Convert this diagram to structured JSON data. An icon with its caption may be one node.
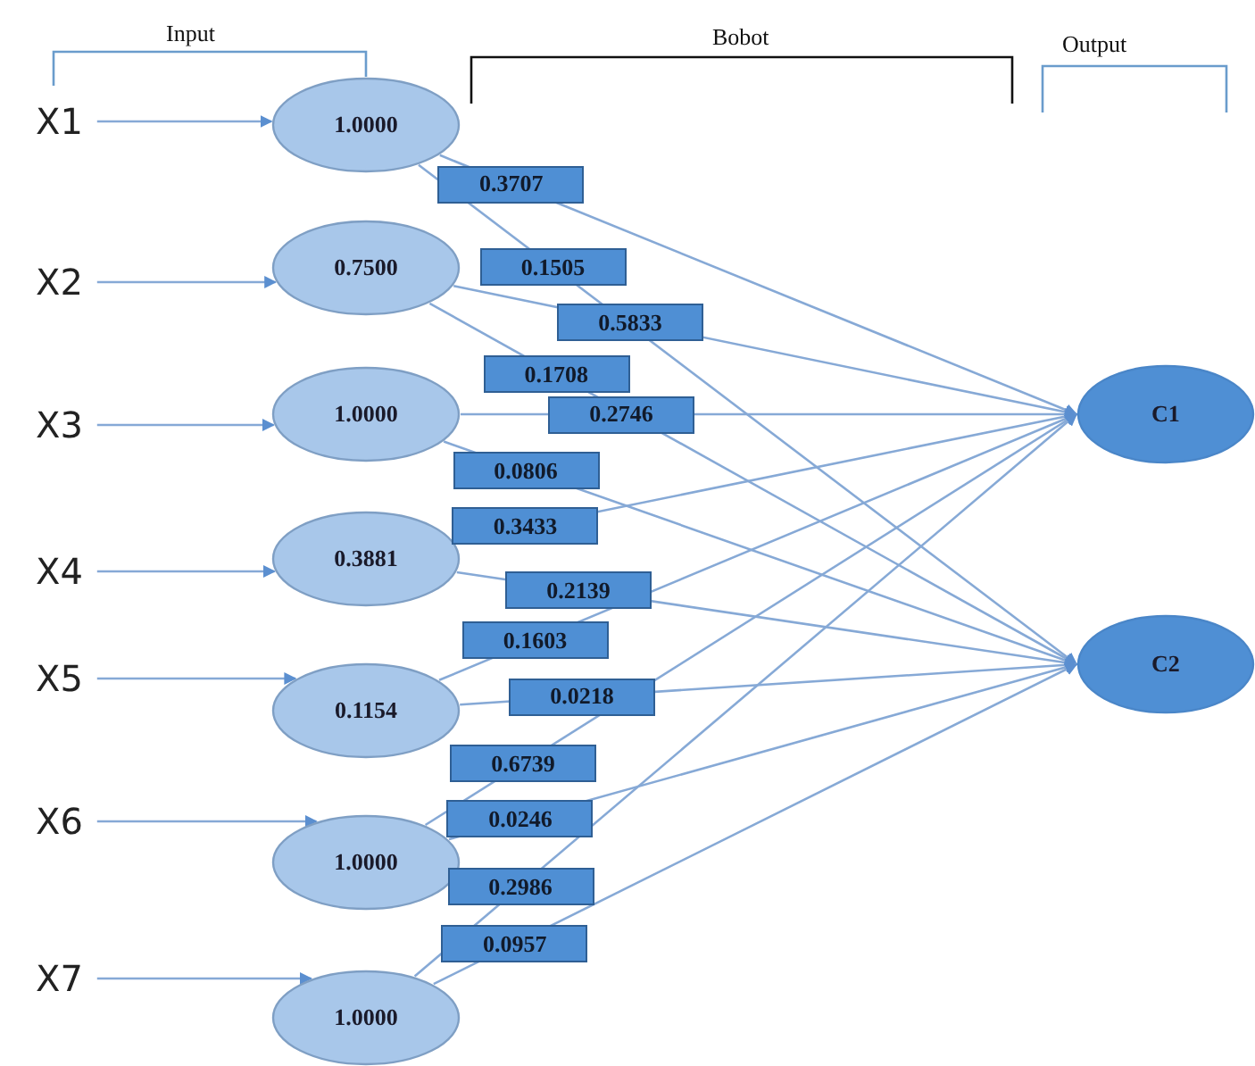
{
  "diagram": {
    "nodes": [
      {
        "text": [
          "X1"
        ]
      },
      {
        "text": [
          "X2"
        ]
      },
      {
        "text": [
          "X3"
        ]
      },
      {
        "text": [
          "X4"
        ]
      },
      {
        "text": [
          "X5"
        ]
      },
      {
        "text": [
          "X6"
        ]
      },
      {
        "text": [
          "X7"
        ]
      },
      {
        "text": [
          "1.0000"
        ]
      },
      {
        "text": [
          "0.7500"
        ]
      },
      {
        "text": [
          "1.0000"
        ]
      },
      {
        "text": [
          "0.3881"
        ]
      },
      {
        "text": [
          "0.1154"
        ]
      },
      {
        "text": [
          "1.0000"
        ]
      },
      {
        "text": [
          "1.0000"
        ]
      },
      {
        "text": [
          "C1"
        ]
      },
      {
        "text": [
          "C2"
        ]
      }
    ],
    "edges": [
      {
        "from": 7,
        "to": 14,
        "arrow": "to",
        "label": "0.3707"
      },
      {
        "from": 7,
        "to": 15,
        "arrow": "to",
        "label": "0.1505"
      },
      {
        "from": 8,
        "to": 14,
        "arrow": "to",
        "label": "0.5833"
      },
      {
        "from": 8,
        "to": 15,
        "arrow": "to",
        "label": "0.1708"
      },
      {
        "from": 9,
        "to": 14,
        "arrow": "to",
        "label": "0.2746"
      },
      {
        "from": 9,
        "to": 15,
        "arrow": "to",
        "label": "0.0806"
      },
      {
        "from": 10,
        "to": 14,
        "arrow": "to",
        "label": "0.3433"
      },
      {
        "from": 10,
        "to": 15,
        "arrow": "to",
        "label": "0.2139"
      },
      {
        "from": 11,
        "to": 14,
        "arrow": "to",
        "label": "0.1603"
      },
      {
        "from": 11,
        "to": 15,
        "arrow": "to",
        "label": "0.0218"
      },
      {
        "from": 12,
        "to": 14,
        "arrow": "to",
        "label": "0.6739"
      },
      {
        "from": 12,
        "to": 15,
        "arrow": "to",
        "label": "0.0246"
      },
      {
        "from": 13,
        "to": 14,
        "arrow": "to",
        "label": "0.2986"
      },
      {
        "from": 13,
        "to": 15,
        "arrow": "to",
        "label": "0.0957"
      },
      {
        "from": 0,
        "to": 7,
        "arrow": "to"
      },
      {
        "from": 1,
        "to": 8,
        "arrow": "to"
      },
      {
        "from": 2,
        "to": 9,
        "arrow": "to"
      },
      {
        "from": 3,
        "to": 10,
        "arrow": "to"
      },
      {
        "from": 4,
        "to": 11,
        "arrow": "to"
      },
      {
        "from": 5,
        "to": 12,
        "arrow": "to"
      },
      {
        "from": 6,
        "to": 13,
        "arrow": "to"
      }
    ],
    "labels": [
      "Input",
      "Bobot",
      "Output"
    ]
  }
}
